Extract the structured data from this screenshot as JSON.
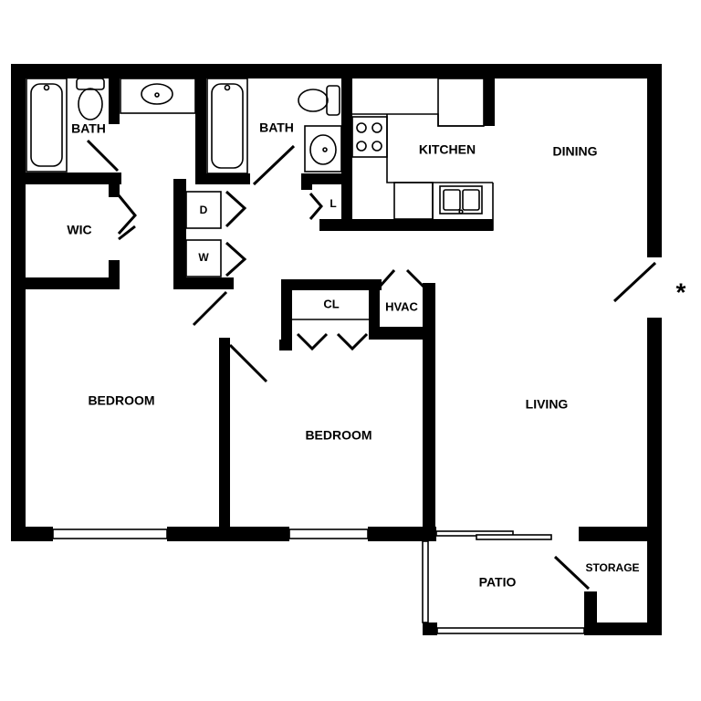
{
  "rooms": {
    "bath_1": "BATH",
    "bath_2": "BATH",
    "wic": "WIC",
    "kitchen": "KITCHEN",
    "dining": "DINING",
    "living": "LIVING",
    "bedroom_1": "BEDROOM",
    "bedroom_2": "BEDROOM",
    "closet": "CL",
    "hvac": "HVAC",
    "patio": "PATIO",
    "storage": "STORAGE",
    "laundry_closet": "L",
    "dryer": "D",
    "washer": "W"
  },
  "marker": "*",
  "colors": {
    "wall": "#000000",
    "background": "#ffffff"
  }
}
